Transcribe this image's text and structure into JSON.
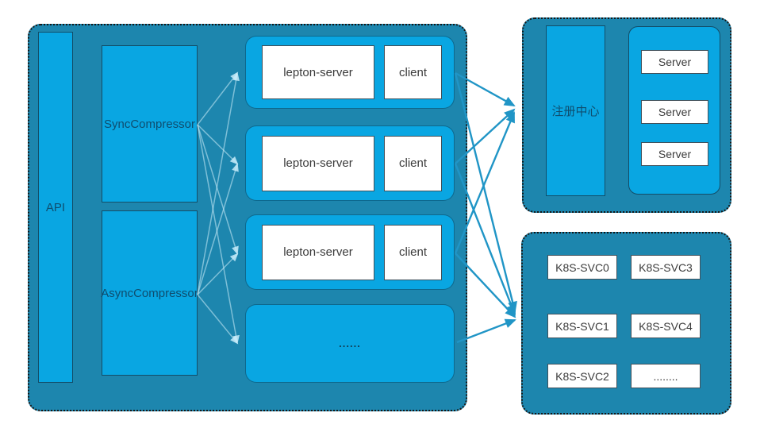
{
  "colors": {
    "panel_teal": "#1d86ae",
    "box_cyan": "#09a6e2",
    "white_box": "#ffffff",
    "dark_border": "#124d68",
    "dotted_border": "#161616",
    "bright_arrow": "#2095c6",
    "faint_arrow": "#bfe6f7",
    "navy_text": "#0f4d6e",
    "box_text": "#3b3b3b"
  },
  "main_panel": {
    "api_label": "API",
    "sync_label": "SyncCompressor",
    "async_label": "AsyncCompressor",
    "rows": [
      {
        "server_label": "lepton-server",
        "client_label": "client"
      },
      {
        "server_label": "lepton-server",
        "client_label": "client"
      },
      {
        "server_label": "lepton-server",
        "client_label": "client"
      }
    ],
    "ellipsis_label": "......"
  },
  "registry_panel": {
    "title": "注册中心",
    "servers": [
      "Server",
      "Server",
      "Server"
    ]
  },
  "k8s_panel": {
    "services_col1": [
      "K8S-SVC0",
      "K8S-SVC1",
      "K8S-SVC2"
    ],
    "services_col2": [
      "K8S-SVC3",
      "K8S-SVC4",
      "........"
    ]
  }
}
